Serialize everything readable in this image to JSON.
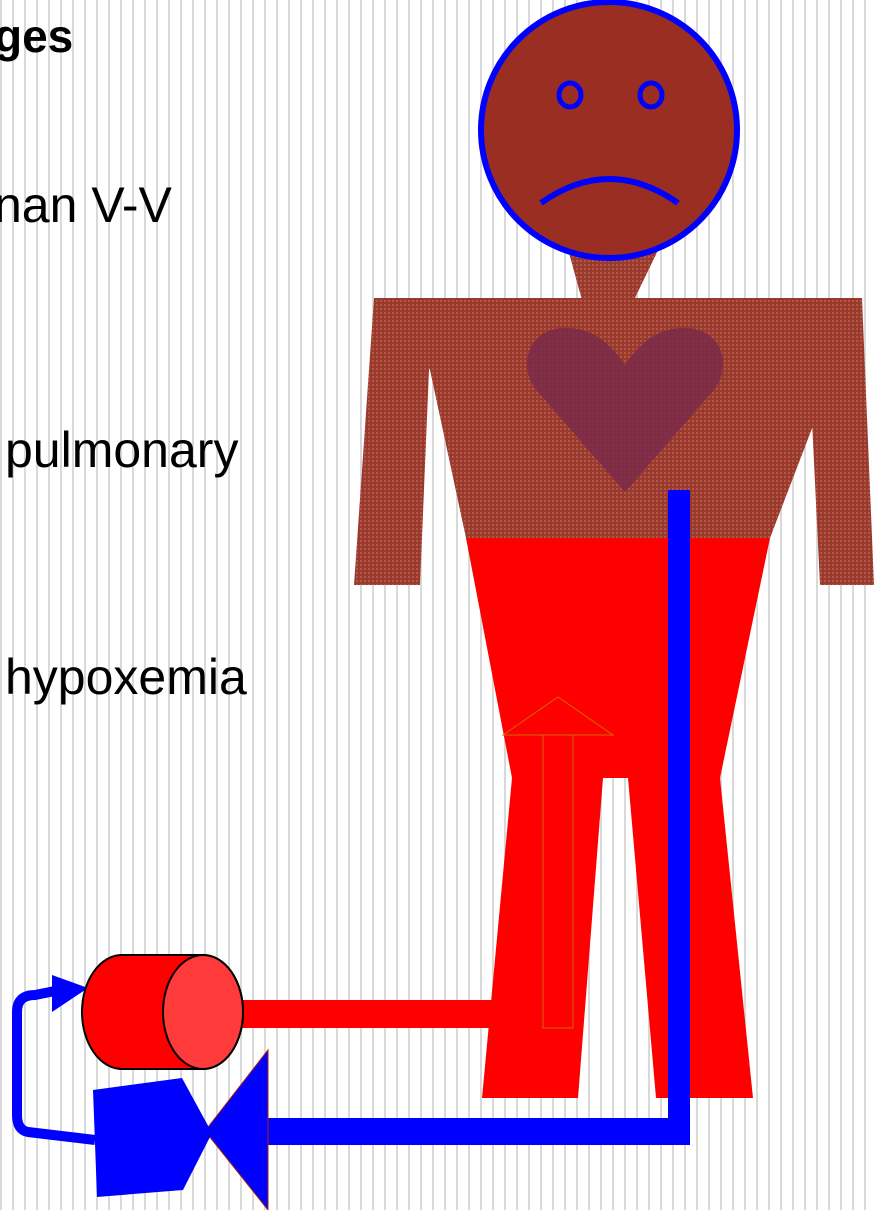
{
  "slide": {
    "heading": "ges",
    "lines": [
      "nan V-V",
      "pulmonary",
      "hypoxemia"
    ]
  },
  "colors": {
    "skin": "#9a2e22",
    "body_red": "#ff0000",
    "venous_blue": "#0000ff",
    "heart": "#7a2a4a",
    "oxygenator_cap": "#ff3a3a"
  },
  "icons": {
    "face": "sad-face-icon",
    "heart": "heart-icon",
    "oxygenator": "oxygenator-cylinder-icon",
    "pump": "pump-icon"
  }
}
